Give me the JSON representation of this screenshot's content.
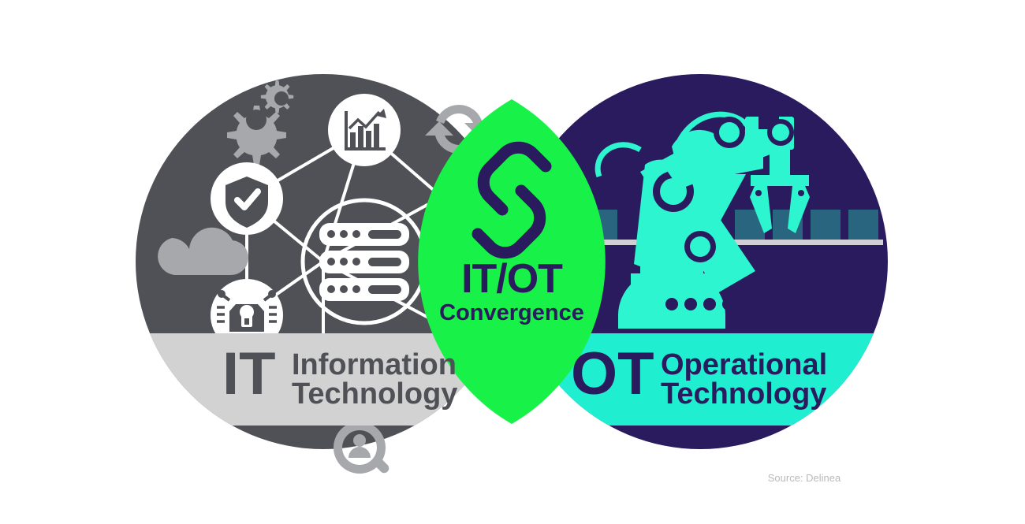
{
  "diagram": {
    "type": "venn-two-circle",
    "left": {
      "abbr": "IT",
      "name_line1": "Information",
      "name_line2": "Technology",
      "circle_color": "#4f5156",
      "band_color": "#d2d2d2",
      "text_color": "#4f5156",
      "icons": [
        {
          "name": "gears-icon",
          "label": "gears"
        },
        {
          "name": "analytics-chart-icon",
          "label": "analytics chart"
        },
        {
          "name": "sync-arrows-icon",
          "label": "sync arrows"
        },
        {
          "name": "shield-check-icon",
          "label": "shield with checkmark"
        },
        {
          "name": "cloud-upload-icon",
          "label": "cloud upload"
        },
        {
          "name": "server-rack-icon",
          "label": "server rack"
        },
        {
          "name": "network-lock-icon",
          "label": "network security lock"
        },
        {
          "name": "user-search-icon",
          "label": "user identity search"
        }
      ]
    },
    "right": {
      "abbr": "OT",
      "name_line1": "Operational",
      "name_line2": "Technology",
      "circle_color": "#2a1a5e",
      "band_color": "#1fefd0",
      "text_color": "#2a1a5e",
      "icons": [
        {
          "name": "robotic-arm-icon",
          "label": "industrial robotic arm"
        },
        {
          "name": "conveyor-belt-icon",
          "label": "conveyor belt with boxes"
        }
      ],
      "accent_color": "#2cf5cf",
      "box_color": "#2a6580"
    },
    "center": {
      "title": "IT/OT",
      "subtitle": "Convergence",
      "lens_color": "#18f148",
      "text_color": "#2a1a5e",
      "icon": {
        "name": "chain-link-icon",
        "label": "chain link"
      }
    }
  },
  "footer": {
    "source": "Source: Delinea"
  }
}
